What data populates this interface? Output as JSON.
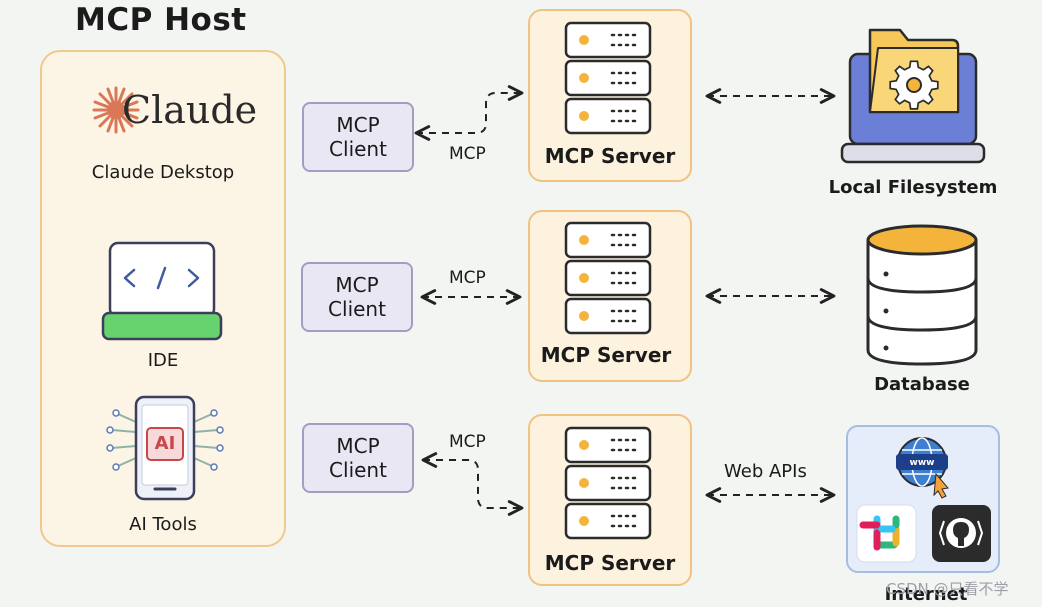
{
  "title": "MCP Host",
  "host": {
    "claude_wordmark": "Claude",
    "claude_desktop_label": "Claude Dekstop",
    "ide_label": "IDE",
    "ai_icon_text": "AI",
    "ai_tools_label": "AI Tools"
  },
  "clients": [
    {
      "line1": "MCP",
      "line2": "Client"
    },
    {
      "line1": "MCP",
      "line2": "Client"
    },
    {
      "line1": "MCP",
      "line2": "Client"
    }
  ],
  "servers": [
    {
      "label": "MCP Server"
    },
    {
      "label": "MCP Server"
    },
    {
      "label": "MCP Server"
    }
  ],
  "protocol_labels": [
    "MCP",
    "MCP",
    "MCP"
  ],
  "resources": {
    "filesystem_label": "Local Filesystem",
    "database_label": "Database",
    "web_apis_label": "Web APIs",
    "internet_label": "Internet",
    "www_text": "www"
  },
  "watermark": "CSDN @只看不学",
  "colors": {
    "host_fill": "#fcf4e4",
    "host_border": "#f0c98c",
    "client_fill": "#eae7f4",
    "client_border": "#a59cc4",
    "server_fill": "#fcf2de",
    "server_border": "#f0c383",
    "claude_orange": "#d97757",
    "ide_green": "#66d36e",
    "internet_fill": "#e6edfa"
  },
  "icons": [
    "claude-logo-icon",
    "ide-code-icon",
    "ai-phone-icon",
    "server-stack-icon",
    "folder-gear-laptop-icon",
    "database-icon",
    "globe-www-icon",
    "slack-icon",
    "github-icon"
  ]
}
